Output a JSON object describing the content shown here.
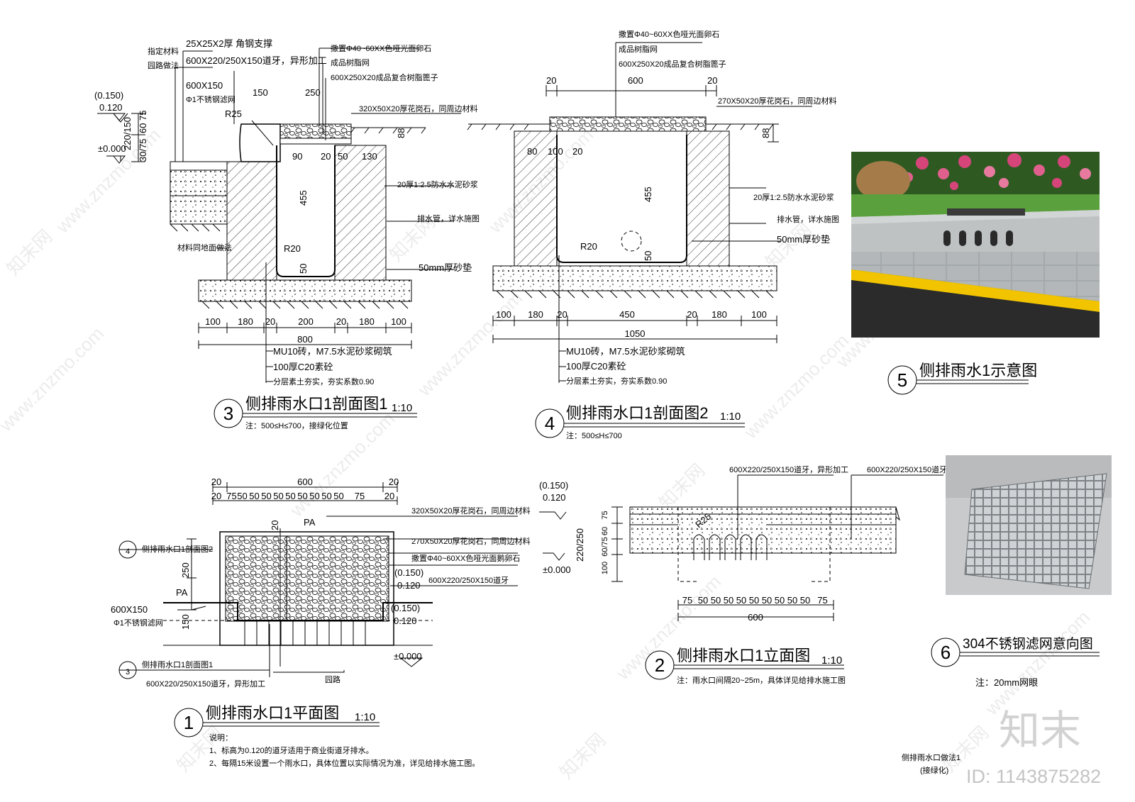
{
  "watermark": {
    "site": "www.znzmo.com",
    "brand": "知末网"
  },
  "logo": {
    "brand": "知末",
    "id_text": "ID: 1143875282"
  },
  "drawing_title": {
    "line1": "侧排雨水口做法1",
    "line2": "(接绿化)"
  },
  "d1": {
    "num": "1",
    "title": "侧排雨水口1平面图",
    "scale": "1:10",
    "top_dims": [
      "20",
      "600",
      "20"
    ],
    "seg_dims": [
      "20",
      "75",
      "50",
      "50",
      "50",
      "50",
      "50",
      "50",
      "50",
      "50",
      "50",
      "75",
      "20"
    ],
    "labels": {
      "pa_top": "PA",
      "pa_left": "PA",
      "d20": "20",
      "granite320": "320X50X20厚花岗石，同周边材料",
      "granite270": "270X50X20厚花岗石，同周边材料",
      "pebble": "撒置Φ40~60XX色哑光面鹅卵石",
      "curb": "600X220/250X150道牙",
      "mesh_size": "600X150",
      "mesh": "Φ1不锈钢滤网",
      "curb_shape": "600X220/250X150道牙，异形加工",
      "elev1_a": "(0.150)",
      "elev1_b": "0.120",
      "elev2_a": "(0.150)",
      "elev2_b": "0.120",
      "elev0": "±0.000",
      "road": "园路",
      "v250": "250",
      "v150": "150",
      "ref4_num": "4",
      "ref4": "侧排雨水口1剖面图2",
      "ref3_num": "3",
      "ref3": "侧排雨水口1剖面图1"
    },
    "notes": {
      "head": "说明：",
      "n1": "1、标高为0.120的道牙适用于商业街道牙排水。",
      "n2": "2、每隔15米设置一个雨水口，具体位置以实际情况为准，详见给排水施工图。"
    }
  },
  "d2": {
    "num": "2",
    "title": "侧排雨水口1立面图",
    "scale": "1:10",
    "note": "注：雨水口间隔20~25m，具体详见给排水施工图",
    "curb_shape": "600X220/250X150道牙，异形加工",
    "curb": "600X220/250X150道牙",
    "elev_a": "(0.150)",
    "elev_b": "0.120",
    "elev0": "±0.000",
    "vdims": [
      "75",
      "60",
      "60/75",
      "100"
    ],
    "vtotal": "220/250",
    "r": "R25",
    "seg_dims": [
      "75",
      "50",
      "50",
      "50",
      "50",
      "50",
      "50",
      "50",
      "50",
      "50",
      "75"
    ],
    "total": "600"
  },
  "d3": {
    "num": "3",
    "title": "侧排雨水口1剖面图1",
    "scale": "1:10",
    "note": "注：500≤H≤700，接绿化位置",
    "labels": {
      "spec_material": "指定材料",
      "garden_method": "园路做法",
      "angle": "25X25X2厚 角钢支撑",
      "curb_shape": "600X220/250X150道牙，异形加工",
      "mesh_size": "600X150",
      "mesh": "Φ1不锈钢滤网",
      "pebble": "撒置Φ40~60XX色哑光面卵石",
      "resin_net": "成品树脂网",
      "resin_cover": "600X250X20成品复合树脂篦子",
      "granite": "320X50X20厚花岗石，同周边材料",
      "mortar": "20厚1:2.5防水水泥砂浆",
      "pipe": "排水管，详水施图",
      "sand": "50mm厚砂垫",
      "same_ground": "材料同地面做法",
      "elev_a": "(0.150)",
      "elev_b": "0.120",
      "elev0": "±0.000",
      "r25": "R25",
      "r20": "R20",
      "h150": "150",
      "h250": "250",
      "h20a": "20",
      "h50": "50",
      "h130": "130",
      "h90": "90",
      "h455": "455",
      "h50b": "50",
      "h88": "88",
      "hv75": "75",
      "hv60": "60",
      "hv220": "220/150",
      "hv3075": "30/75",
      "brick": "MU10砖，M7.5水泥砂浆砌筑",
      "concrete": "100厚C20素砼",
      "soil": "分层素土夯实，夯实系数0.90"
    },
    "bottom_dims": [
      "100",
      "180",
      "20",
      "200",
      "20",
      "180",
      "100"
    ],
    "total": "800"
  },
  "d4": {
    "num": "4",
    "title": "侧排雨水口1剖面图2",
    "scale": "1:10",
    "note": "注：500≤H≤700",
    "labels": {
      "pebble": "撒置Φ40~60XX色哑光面卵石",
      "resin_net": "成品树脂网",
      "resin_cover": "600X250X20成品复合树脂篦子",
      "w20a": "20",
      "w600": "600",
      "w20b": "20",
      "granite": "270X50X20厚花岗石，同周边材料",
      "h88": "88",
      "w80": "80",
      "w100": "100",
      "w20c": "20",
      "h455": "455",
      "r20": "R20",
      "h50": "50",
      "mortar": "20厚1:2.5防水水泥砂浆",
      "pipe": "排水管，详水施图",
      "sand": "50mm厚砂垫",
      "brick": "MU10砖，M7.5水泥砂浆砌筑",
      "concrete": "100厚C20素砼",
      "soil": "分层素土夯实，夯实系数0.90"
    },
    "bottom_dims": [
      "100",
      "180",
      "20",
      "450",
      "20",
      "180",
      "100"
    ],
    "total": "1050"
  },
  "d5": {
    "num": "5",
    "title": "侧排雨水1示意图"
  },
  "d6": {
    "num": "6",
    "title": "304不锈钢滤网意向图",
    "note": "注：20mm网眼"
  },
  "colors": {
    "line": "#000000",
    "grass": "#4f8a3a",
    "flowers": "#d6457a",
    "asphalt": "#2b2b2b",
    "yellow_line": "#f2c400",
    "curb": "#b9bcbc",
    "paving": "#9ea3a6"
  }
}
